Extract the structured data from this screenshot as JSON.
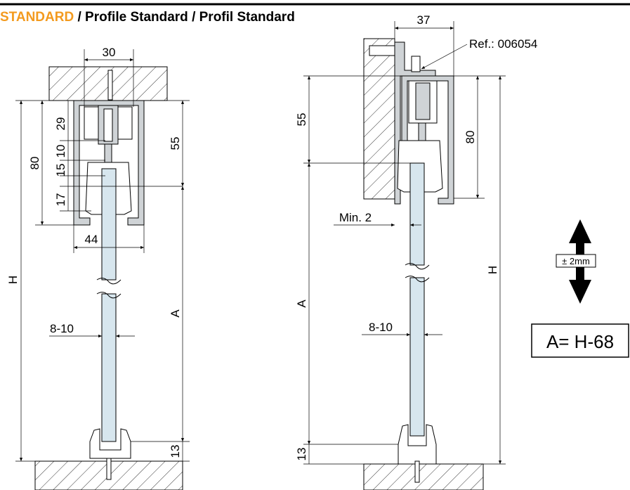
{
  "header": {
    "accent_text": "STANDARD",
    "rest_text": " / Profile Standard / Profil Standard",
    "accent_color": "#f39a1e"
  },
  "left_view": {
    "dims": {
      "top_width": "30",
      "d29": "29",
      "d10": "10",
      "d15": "15",
      "d17": "17",
      "d80": "80",
      "d55": "55",
      "d44": "44",
      "H": "H",
      "A": "A",
      "glass": "8-10",
      "d13": "13"
    }
  },
  "right_view": {
    "dims": {
      "d37": "37",
      "ref": "Ref.: 006054",
      "d55": "55",
      "d80": "80",
      "min": "Min.  2",
      "A": "A",
      "H": "H",
      "glass": "8-10",
      "d13": "13"
    }
  },
  "adjust": {
    "label": "± 2mm",
    "icon": "up-down-arrow-icon"
  },
  "formula": {
    "text": "A= H-68"
  }
}
